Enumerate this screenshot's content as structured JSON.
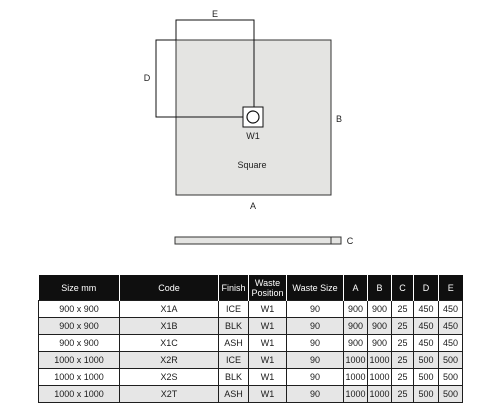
{
  "diagram": {
    "labels": {
      "e": "E",
      "d": "D",
      "b": "B",
      "a": "A",
      "c": "C",
      "waste": "W1",
      "shape": "Square"
    }
  },
  "table": {
    "headers": [
      "Size mm",
      "Code",
      "Finish",
      "Waste Position",
      "Waste Size",
      "A",
      "B",
      "C",
      "D",
      "E"
    ],
    "rows": [
      [
        "900 x 900",
        "X1A",
        "ICE",
        "W1",
        "90",
        "900",
        "900",
        "25",
        "450",
        "450"
      ],
      [
        "900 x 900",
        "X1B",
        "BLK",
        "W1",
        "90",
        "900",
        "900",
        "25",
        "450",
        "450"
      ],
      [
        "900 x 900",
        "X1C",
        "ASH",
        "W1",
        "90",
        "900",
        "900",
        "25",
        "450",
        "450"
      ],
      [
        "1000 x 1000",
        "X2R",
        "ICE",
        "W1",
        "90",
        "1000",
        "1000",
        "25",
        "500",
        "500"
      ],
      [
        "1000 x 1000",
        "X2S",
        "BLK",
        "W1",
        "90",
        "1000",
        "1000",
        "25",
        "500",
        "500"
      ],
      [
        "1000 x 1000",
        "X2T",
        "ASH",
        "W1",
        "90",
        "1000",
        "1000",
        "25",
        "500",
        "500"
      ]
    ]
  },
  "colors": {
    "tray_fill": "#e4e4e2",
    "header_bg": "#0f0f0f",
    "row_shade": "#e6e6e6"
  }
}
